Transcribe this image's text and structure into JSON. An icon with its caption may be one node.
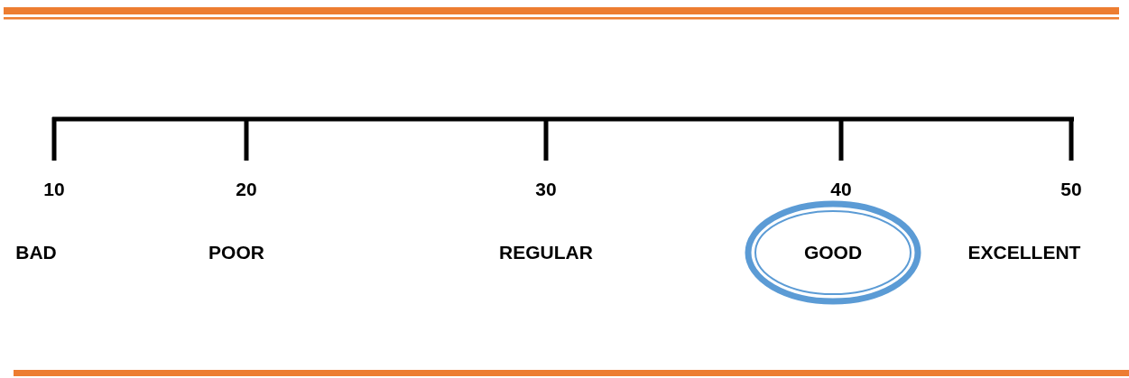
{
  "diagram": {
    "nodes": [
      {
        "text": [
          "GOOD"
        ]
      }
    ],
    "labels": [
      "10",
      "20",
      "30",
      "40",
      "50",
      "BAD",
      "POOR",
      "REGULAR",
      "EXCELLENT"
    ]
  }
}
